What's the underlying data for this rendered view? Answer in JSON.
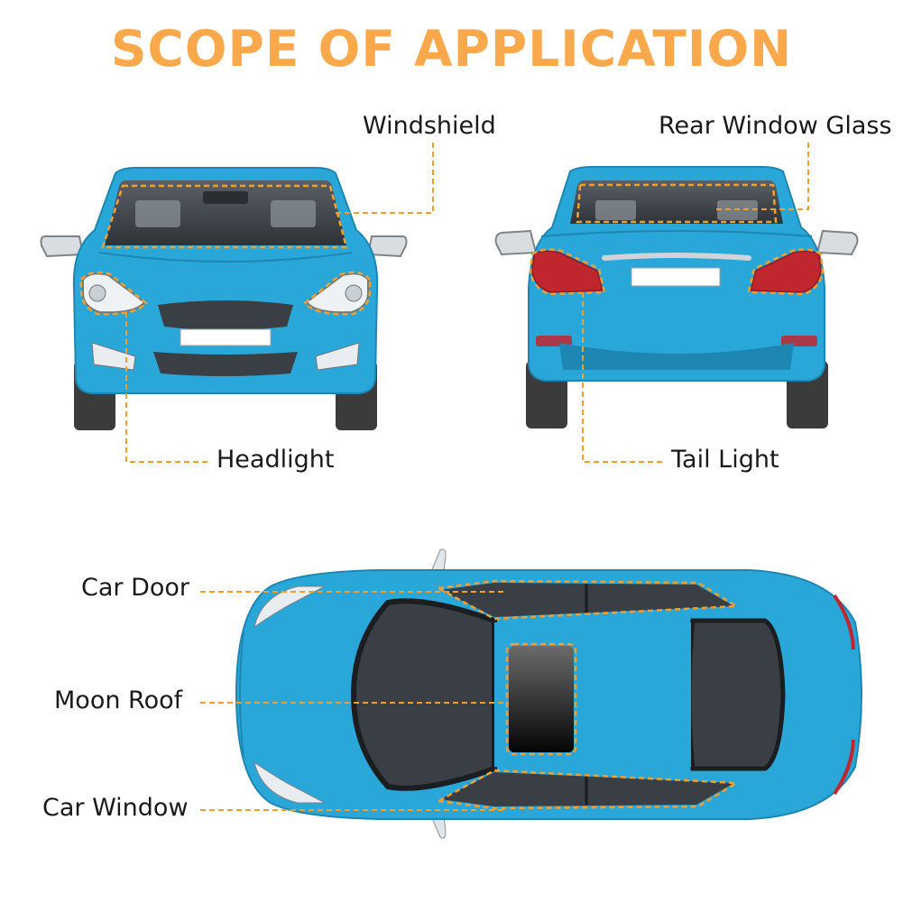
{
  "title": "SCOPE OF APPLICATION",
  "colors": {
    "title": "#f9a84c",
    "leader": "#f0a030",
    "car_body": "#2aa7d9",
    "car_dark": "#1d86b3",
    "glass": "#3a3f45",
    "tire": "#3b3b3b",
    "taillight": "#c0262e"
  },
  "labels": {
    "windshield": "Windshield",
    "rear_window_glass": "Rear Window Glass",
    "headlight": "Headlight",
    "tail_light": "Tail Light",
    "car_door": "Car Door",
    "moon_roof": "Moon Roof",
    "car_window": "Car Window"
  }
}
